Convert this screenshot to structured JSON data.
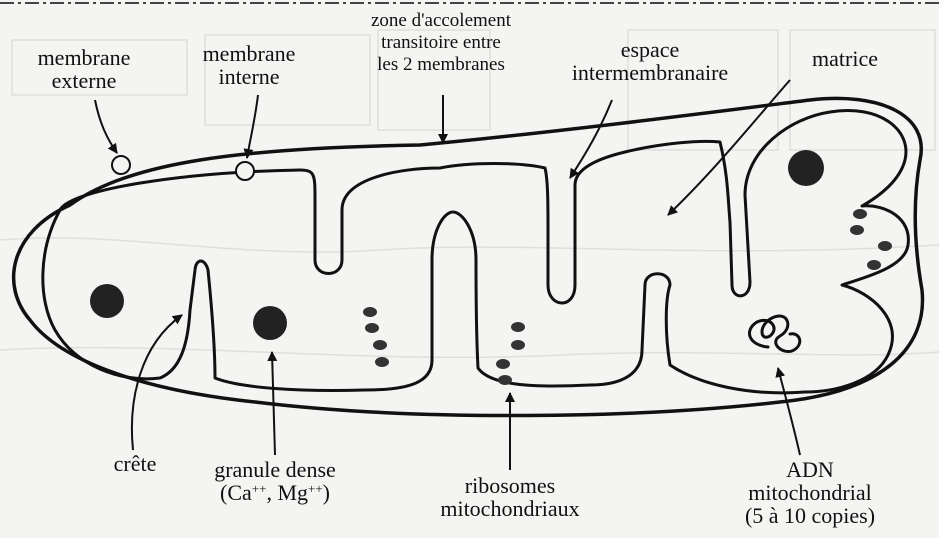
{
  "labels": {
    "membrane_externe": [
      "membrane",
      "externe"
    ],
    "membrane_interne": [
      "membrane",
      "interne"
    ],
    "zone_accolement": [
      "zone d'accolement",
      "transitoire entre",
      "les 2 membranes"
    ],
    "espace_intermembranaire": [
      "espace",
      "intermembranaire"
    ],
    "matrice": "matrice",
    "crete": "crête",
    "granule_dense": {
      "line1": "granule dense",
      "open": "(Ca",
      "sup1": "++",
      "mid": ", Mg",
      "sup2": "++",
      "close": ")"
    },
    "ribosomes": [
      "ribosomes",
      "mitochondriaux"
    ],
    "adn": [
      "ADN",
      "mitochondrial",
      "(5 à 10 copies)"
    ]
  }
}
